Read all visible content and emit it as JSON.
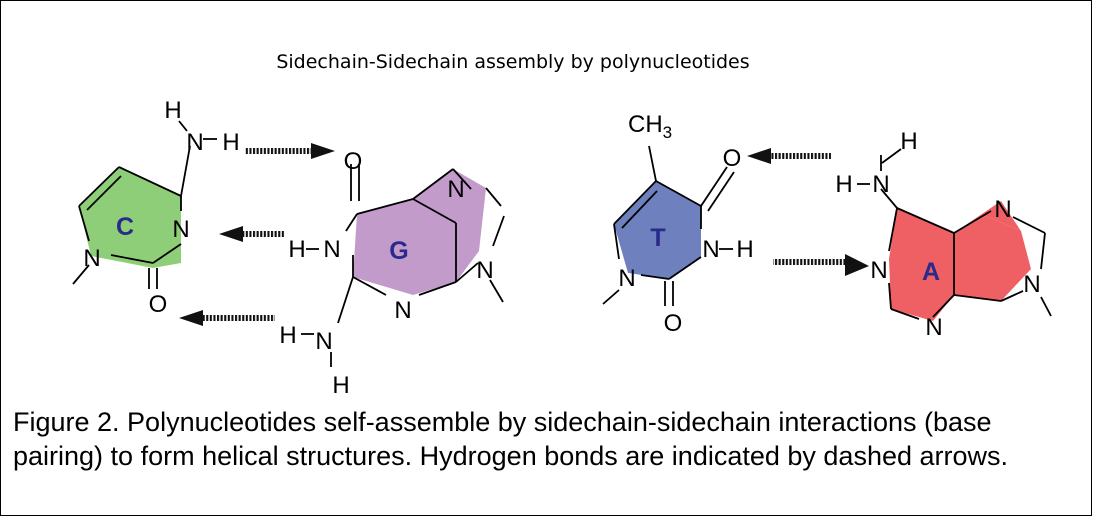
{
  "title": "Sidechain-Sidechain assembly by polynucleotides",
  "caption": "Figure 2. Polynucleotides self-assemble by sidechain-sidechain interactions (base pairing) to form helical structures. Hydrogen bonds are indicated by dashed arrows.",
  "colors": {
    "cytosine": "#8fce78",
    "guanine": "#c39bcb",
    "thymine": "#6e80bd",
    "adenine": "#ee6064",
    "base_letter": "#2a2a8c"
  },
  "bases": {
    "cytosine": "C",
    "guanine": "G",
    "thymine": "T",
    "adenine": "A"
  },
  "atoms": {
    "h": "H",
    "n": "N",
    "o": "O",
    "ch3_main": "CH",
    "ch3_sub": "3"
  }
}
